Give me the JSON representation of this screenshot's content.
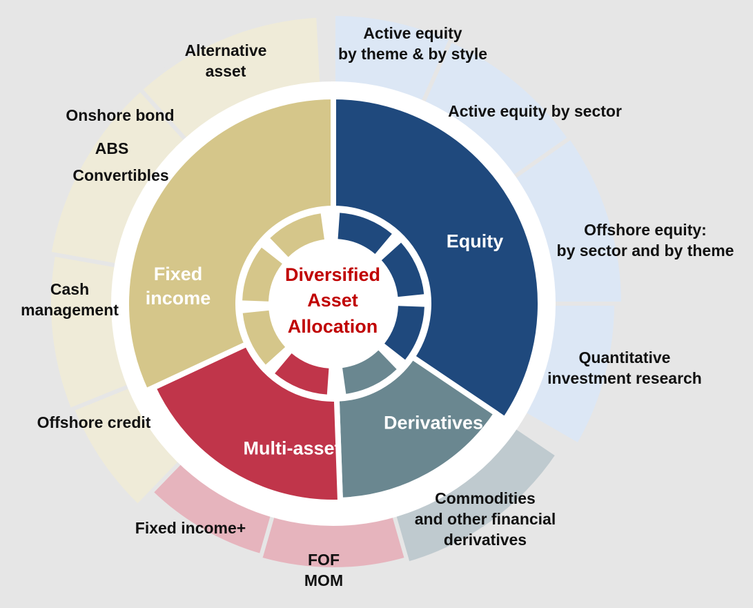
{
  "center": {
    "lines": [
      "Diversified",
      "Asset",
      "Allocation"
    ]
  },
  "categories": [
    {
      "id": "equity",
      "label": [
        "Equity"
      ],
      "color": "#1f497d",
      "outer_color": "#dce7f5",
      "text_color": "#ffffff"
    },
    {
      "id": "derivatives",
      "label": [
        "Derivatives"
      ],
      "color": "#6a8790",
      "outer_color": "#bfcacf",
      "text_color": "#ffffff"
    },
    {
      "id": "multi-asset",
      "label": [
        "Multi-asset"
      ],
      "color": "#c0354a",
      "outer_color": "#e6b4bd",
      "text_color": "#ffffff"
    },
    {
      "id": "fixed-income",
      "label": [
        "Fixed",
        "income"
      ],
      "color": "#d5c68a",
      "outer_color": "#efebd8",
      "text_color": "#ffffff"
    }
  ],
  "outer_segments": [
    {
      "category": "equity",
      "lines": [
        "Active equity",
        "by theme & by style"
      ]
    },
    {
      "category": "equity",
      "lines": [
        "Active equity by sector"
      ]
    },
    {
      "category": "equity",
      "lines": [
        "Offshore equity:",
        "by sector and by theme"
      ]
    },
    {
      "category": "equity",
      "lines": [
        "Quantitative",
        "investment research"
      ]
    },
    {
      "category": "derivatives",
      "lines": [
        "Commodities",
        "and other financial",
        "derivatives"
      ]
    },
    {
      "category": "multi-asset",
      "lines": [
        "FOF",
        "MOM"
      ]
    },
    {
      "category": "multi-asset",
      "lines": [
        "Fixed income+"
      ]
    },
    {
      "category": "fixed-income",
      "lines": [
        "Offshore credit"
      ]
    },
    {
      "category": "fixed-income",
      "lines": [
        "Cash",
        "management"
      ]
    },
    {
      "category": "fixed-income",
      "lines": [
        "Onshore bond",
        "ABS",
        "Convertibles"
      ]
    },
    {
      "category": "fixed-income",
      "lines": [
        "Alternative",
        "asset"
      ]
    }
  ],
  "colors": {
    "background": "#e6e6e6",
    "ring_separator": "#ffffff",
    "center_text": "#c00000"
  }
}
